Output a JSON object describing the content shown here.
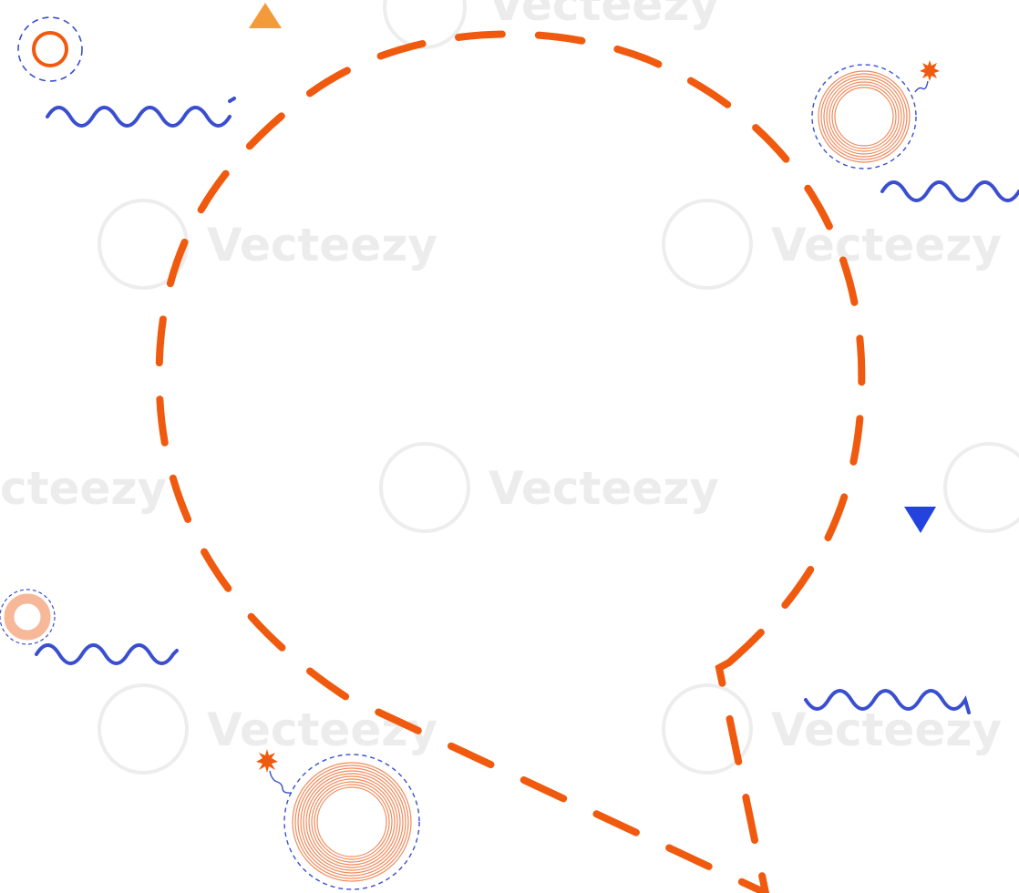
{
  "watermark": {
    "brand": "Vecteezy",
    "fragment_left": "cteezy",
    "color": "#ececec"
  },
  "colors": {
    "orange": "#f05a0f",
    "light_orange": "#f7b89a",
    "amber": "#f39a3a",
    "blue": "#3a4fd0",
    "bright_blue": "#2443de"
  },
  "icons": [
    "dashed-speech-bubble",
    "target-ring-icon",
    "wave-line-icon",
    "triangle-icon",
    "spiral-ring-icon",
    "spark-icon"
  ]
}
